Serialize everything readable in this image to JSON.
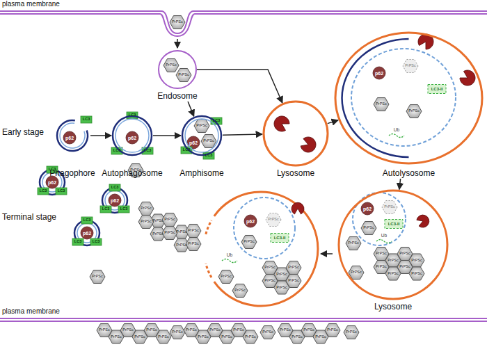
{
  "diagram": {
    "nodes": [
      {
        "text": [
          "Endosome"
        ]
      },
      {
        "text": [
          "Phagophore"
        ]
      },
      {
        "text": [
          "Autophagosome"
        ]
      },
      {
        "text": [
          "Amphisome"
        ]
      },
      {
        "text": [
          "Lysosome"
        ]
      },
      {
        "text": [
          "Autolysosome"
        ]
      },
      {
        "text": [
          "Lysosome"
        ]
      }
    ],
    "edges": [
      {
        "from": 0,
        "to": 3,
        "arrow": "to"
      },
      {
        "from": 0,
        "to": 4,
        "arrow": "to"
      },
      {
        "from": 1,
        "to": 2,
        "arrow": "to"
      },
      {
        "from": 2,
        "to": 3,
        "arrow": "to"
      },
      {
        "from": 3,
        "to": 4,
        "arrow": "to"
      },
      {
        "from": 4,
        "to": 5,
        "arrow": "to"
      },
      {
        "from": 5,
        "to": 6,
        "arrow": "to"
      }
    ],
    "labels": [
      "plasma membrane",
      "PrPSc",
      "PrPSc",
      "PrPSc",
      "Early stage",
      "p62",
      "LC3",
      "p62",
      "LC3",
      "LC3",
      "LC3",
      "p62",
      "PrPSc",
      "PrPSc",
      "LC3",
      "LC3",
      "LC3",
      "p62",
      "PrPSc",
      "LC3-II",
      "PrPSc",
      "PrPSc",
      "Ub",
      "p62",
      "PrPSc",
      "LC3-II",
      "PrPSc",
      "Ub",
      "PrPSc",
      "PrPSc",
      "PrPSc",
      "PrPSc",
      "PrPSc",
      "PrPSc",
      "PrPSc",
      "PrPSc",
      "PrPSc",
      "PrPSc",
      "p62",
      "PrPSc",
      "LC3-II",
      "PrPSc",
      "Ub",
      "PrPSc",
      "PrPSc",
      "PrPSc",
      "PrPSc",
      "PrPSc",
      "PrPSc",
      "PrPSc",
      "PrPSc",
      "p62",
      "LC3",
      "LC3",
      "LC3",
      "p62",
      "LC3",
      "LC3",
      "LC3",
      "p62",
      "LC3",
      "LC3",
      "LC3",
      "PrPSc",
      "PrPSc",
      "PrPSc",
      "PrPSc",
      "PrPSc",
      "PrPSc",
      "PrPSc",
      "PrPSc",
      "PrPSc",
      "PrPSc",
      "PrPSc",
      "PrPSc",
      "Terminal stage",
      "plasma membrane",
      "PrPSc",
      "PrPSc",
      "PrPSc",
      "PrPSc",
      "PrPSc",
      "PrPSc",
      "PrPSc",
      "PrPSc",
      "PrPSc",
      "PrPSc",
      "PrPSc",
      "PrPSc",
      "PrPSc",
      "PrPSc",
      "PrPSc",
      "PrPSc",
      "PrPSc",
      "PrPSc",
      "PrPSc",
      "PrPSc"
    ]
  }
}
